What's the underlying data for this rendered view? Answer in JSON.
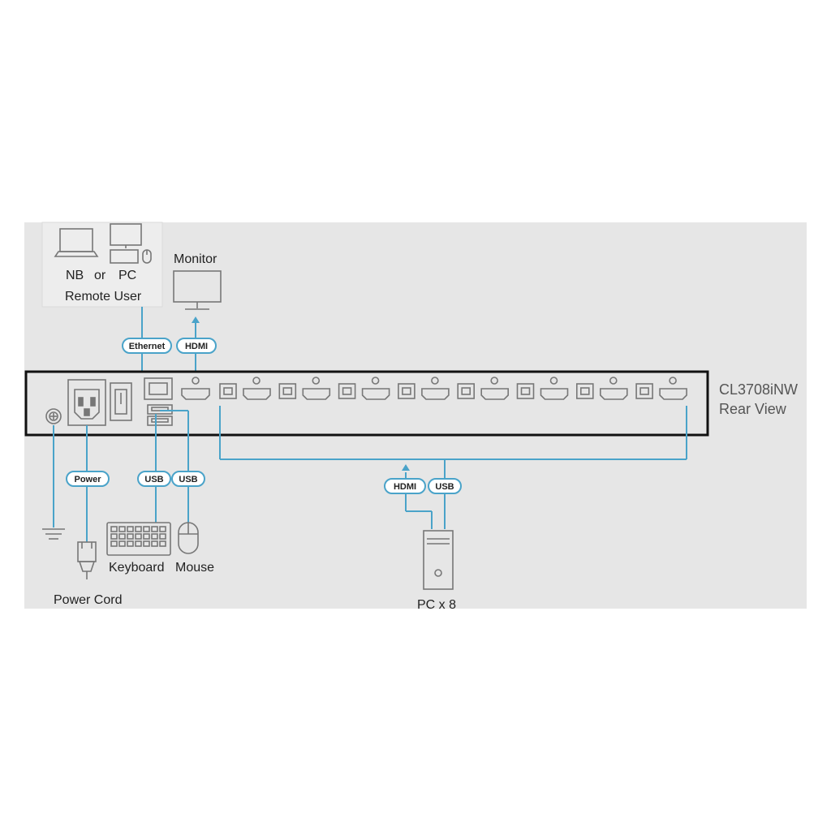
{
  "model": {
    "name": "CL3708iNW",
    "view": "Rear View"
  },
  "remote": {
    "nb": "NB",
    "or": "or",
    "pc": "PC",
    "label": "Remote User"
  },
  "monitor": {
    "label": "Monitor"
  },
  "tags": {
    "ethernet": "Ethernet",
    "hdmi_monitor": "HDMI",
    "power": "Power",
    "usb_keyboard": "USB",
    "usb_mouse": "USB",
    "hdmi_pc": "HDMI",
    "usb_pc": "USB"
  },
  "devices": {
    "keyboard": "Keyboard",
    "mouse": "Mouse",
    "power_cord": "Power Cord",
    "pc": "PC x 8"
  },
  "colors": {
    "cable": "#4aa3c9",
    "panel_bg": "#e6e6e6",
    "tag_border": "#4aa3c9"
  }
}
